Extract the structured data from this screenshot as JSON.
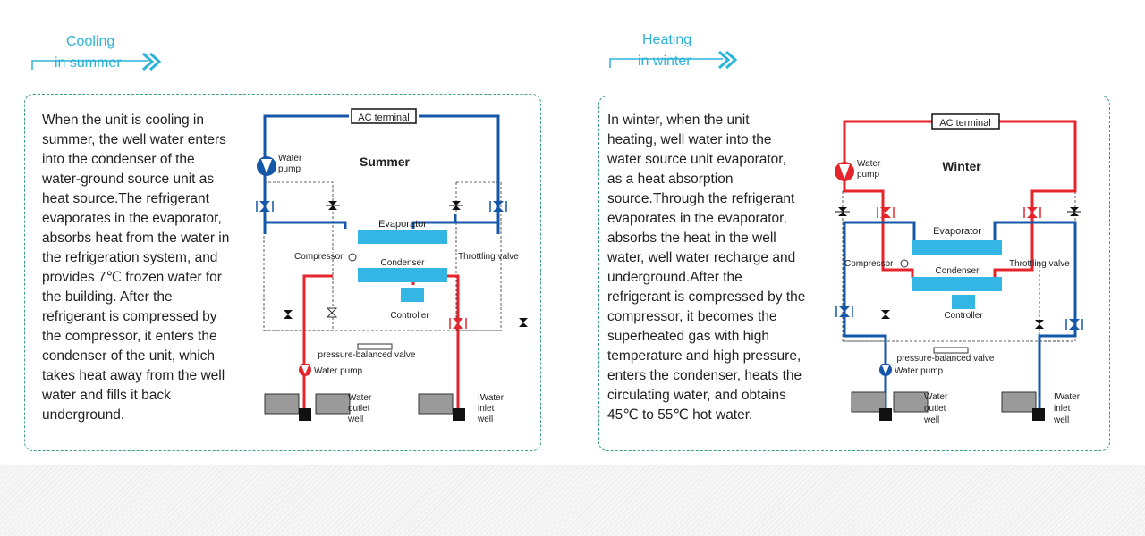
{
  "colors": {
    "cold_pipe": "#1557a8",
    "hot_pipe": "#e4262c",
    "component": "#34b6e4",
    "accent_header": "#2bb3d8",
    "panel_border": "#3a9e86"
  },
  "summer": {
    "header_line1": "Cooling",
    "header_line2": "in summer",
    "body_text": "When the unit is cooling in\nsummer, the well water enters\ninto the condenser of the\nwater-ground source unit as\nheat source.The refrigerant\nevaporates in the evaporator,\nabsorbs heat from the water in\nthe refrigeration system, and\nprovides 7℃ frozen water for\nthe building. After the\nrefrigerant is compressed by\nthe compressor, it enters the\ncondenser of the unit, which\ntakes heat away from the well\nwater and fills it back\nunderground.",
    "diagram": {
      "title": "Summer",
      "ac_terminal": "AC terminal",
      "water_pump_top_line1": "Water",
      "water_pump_top_line2": "pump",
      "evaporator": "Evaporator",
      "compressor": "Compressor",
      "throttling_valve": "Throttling valve",
      "condenser": "Condenser",
      "controller": "Controller",
      "pressure_valve": "pressure-balanced valve",
      "water_pump_bottom": "Water pump",
      "outlet_well_line1": "Water",
      "outlet_well_line2": "outlet",
      "outlet_well_line3": "well",
      "inlet_well_line1": "IWater",
      "inlet_well_line2": "inlet",
      "inlet_well_line3": "well"
    }
  },
  "winter": {
    "header_line1": "Heating",
    "header_line2": "in winter",
    "body_text": "In winter, when the unit\nheating, well water into the\nwater source unit evaporator,\nas a heat absorption\nsource.Through the refrigerant\nevaporates in the evaporator,\nabsorbs the heat in the well\nwater, well water recharge and\nunderground.After the\nrefrigerant is compressed by the\ncompressor, it becomes the\nsuperheated gas with high\ntemperature and high pressure,\nenters the condenser, heats the\ncirculating water, and obtains\n45℃ to 55℃ hot water.",
    "diagram": {
      "title": "Winter",
      "ac_terminal": "AC terminal",
      "water_pump_top_line1": "Water",
      "water_pump_top_line2": "pump",
      "evaporator": "Evaporator",
      "compressor": "Compressor",
      "throttling_valve": "Throttling valve",
      "condenser": "Condenser",
      "controller": "Controller",
      "pressure_valve": "pressure-balanced valve",
      "water_pump_bottom": "Water pump",
      "outlet_well_line1": "Water",
      "outlet_well_line2": "outlet",
      "outlet_well_line3": "well",
      "inlet_well_line1": "IWater",
      "inlet_well_line2": "inlet",
      "inlet_well_line3": "well"
    }
  }
}
